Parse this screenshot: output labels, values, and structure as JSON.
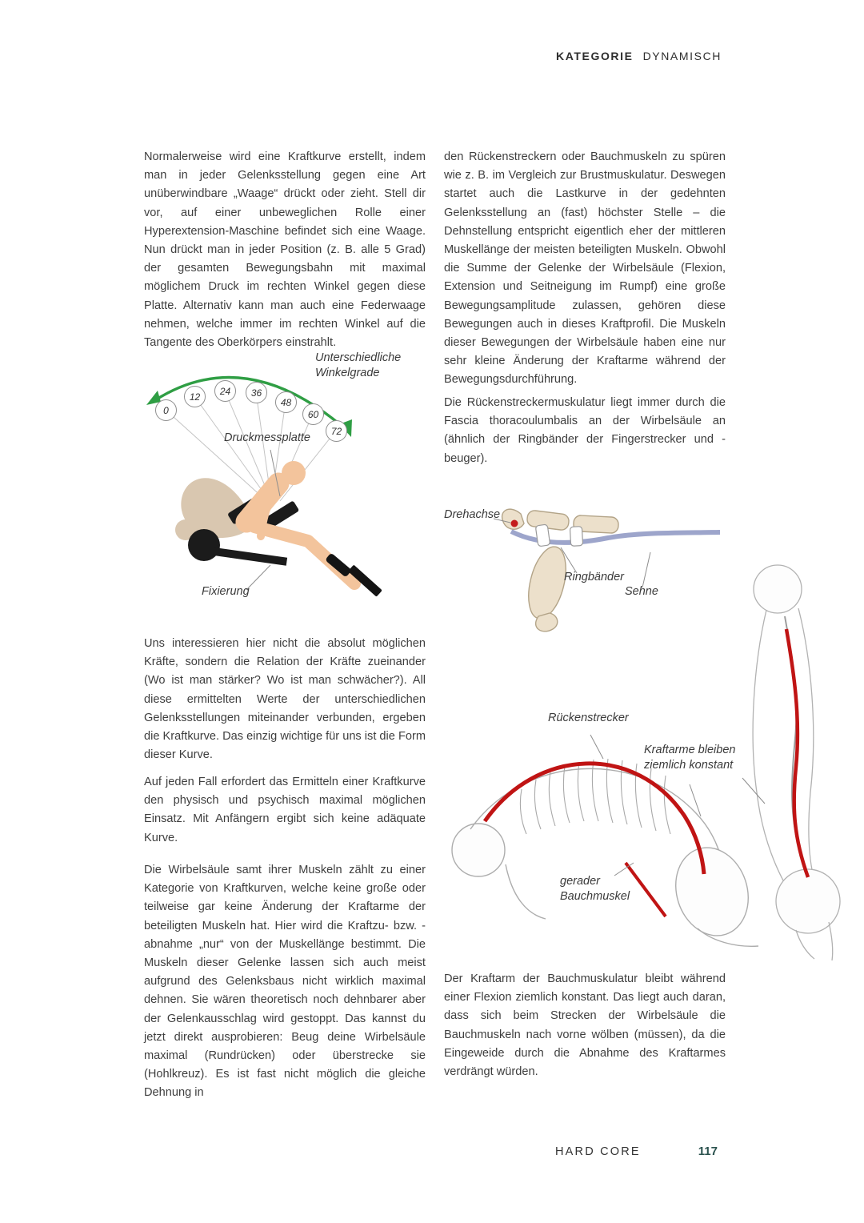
{
  "header": {
    "category_label": "KATEGORIE",
    "category_value": "DYNAMISCH"
  },
  "footer": {
    "book_title": "HARD CORE",
    "page_number": "117"
  },
  "left_column": {
    "paragraphs": [
      "Normalerweise wird eine Kraftkurve erstellt, indem man in jeder Gelenksstellung gegen eine Art unüberwindbare „Waage“ drückt oder zieht. Stell dir vor, auf einer unbeweglichen Rolle einer Hyperextension-Maschine befindet sich eine Waage. Nun drückt man in jeder Position (z. B. alle 5 Grad) der gesamten Bewegungsbahn mit maximal möglichem Druck im rechten Winkel gegen diese Platte. Alternativ kann man auch eine Federwaage nehmen, welche immer im rechten Winkel auf die Tangente des Oberkörpers einstrahlt.",
      "Uns interessieren hier nicht die absolut möglichen Kräfte, sondern die Relation der Kräfte zueinander (Wo ist man stärker? Wo ist man schwächer?). All diese ermittelten Werte der unterschiedlichen Gelenksstellungen miteinander verbunden, ergeben die Kraftkurve. Das einzig wichtige für uns ist die Form dieser Kurve.",
      "Auf jeden Fall erfordert das Ermitteln einer Kraftkurve den physisch und psychisch maximal möglichen Einsatz. Mit Anfängern ergibt sich keine adäquate Kurve.",
      "Die Wirbelsäule samt ihrer Muskeln zählt zu einer Kategorie von Kraftkurven, welche keine große oder teilweise gar keine Änderung der Kraftarme der beteiligten Muskeln hat. Hier wird die Kraftzu- bzw. -abnahme „nur“ von der Muskellänge bestimmt. Die Muskeln dieser Gelenke lassen sich auch meist aufgrund des Gelenksbaus nicht wirklich maximal dehnen. Sie wären theoretisch noch dehnbarer aber der Gelenkausschlag wird gestoppt. Das kannst du jetzt direkt ausprobieren: Beug deine Wirbelsäule maximal (Rundrücken) oder überstrecke sie (Hohlkreuz). Es ist fast nicht möglich die gleiche Dehnung in"
    ]
  },
  "right_column": {
    "paragraphs": [
      "den Rückenstreckern oder Bauchmuskeln zu spüren wie z. B. im Vergleich zur Brustmuskulatur. Deswegen startet auch die Lastkurve in der gedehnten Gelenksstellung an (fast) höchster Stelle – die Dehnstellung entspricht eigentlich eher der mittleren Muskellänge der meisten beteiligten Muskeln. Obwohl die Summe der Gelenke der Wirbelsäule (Flexion, Extension und Seitneigung im Rumpf) eine große Bewegungsamplitude zulassen, gehören diese Bewegungen auch in dieses Kraftprofil. Die Muskeln dieser Bewegungen der Wirbelsäule haben eine nur sehr kleine Änderung der Kraftarme während der Bewegungsdurchführung.",
      "Die Rückenstreckermuskulatur liegt immer durch die Fascia thoracoulumbalis an der Wirbelsäule an (ähnlich der Ringbänder der Fingerstrecker und -beuger).",
      "Der Kraftarm der Bauchmuskulatur bleibt während einer Flexion ziemlich konstant. Das liegt auch daran, dass sich beim Strecken der Wirbelsäule die Bauchmuskeln nach vorne wölben (müssen), da die Eingeweide durch die Abnahme des Kraftarmes verdrängt würden."
    ]
  },
  "figure_hyperextension": {
    "label_angles_title": "Unterschiedliche Winkelgrade",
    "angle_values": [
      "0",
      "12",
      "24",
      "36",
      "48",
      "60",
      "72"
    ],
    "label_pressure_plate": "Druckmessplatte",
    "label_fixation": "Fixierung"
  },
  "figure_finger": {
    "label_axis": "Drehachse",
    "label_ring_ligaments": "Ringbänder",
    "label_tendon": "Sehne"
  },
  "figure_spine": {
    "label_back_extensor": "Rückenstrecker",
    "label_moment_arms": "Kraftarme bleiben ziemlich konstant",
    "label_abdominal": "gerader Bauchmuskel"
  },
  "colors": {
    "arc_arrow_green": "#2f9e44",
    "muscle_line_red": "#c01414",
    "axis_dot_red": "#c41c1c",
    "page_number_accent": "#2b524e"
  }
}
